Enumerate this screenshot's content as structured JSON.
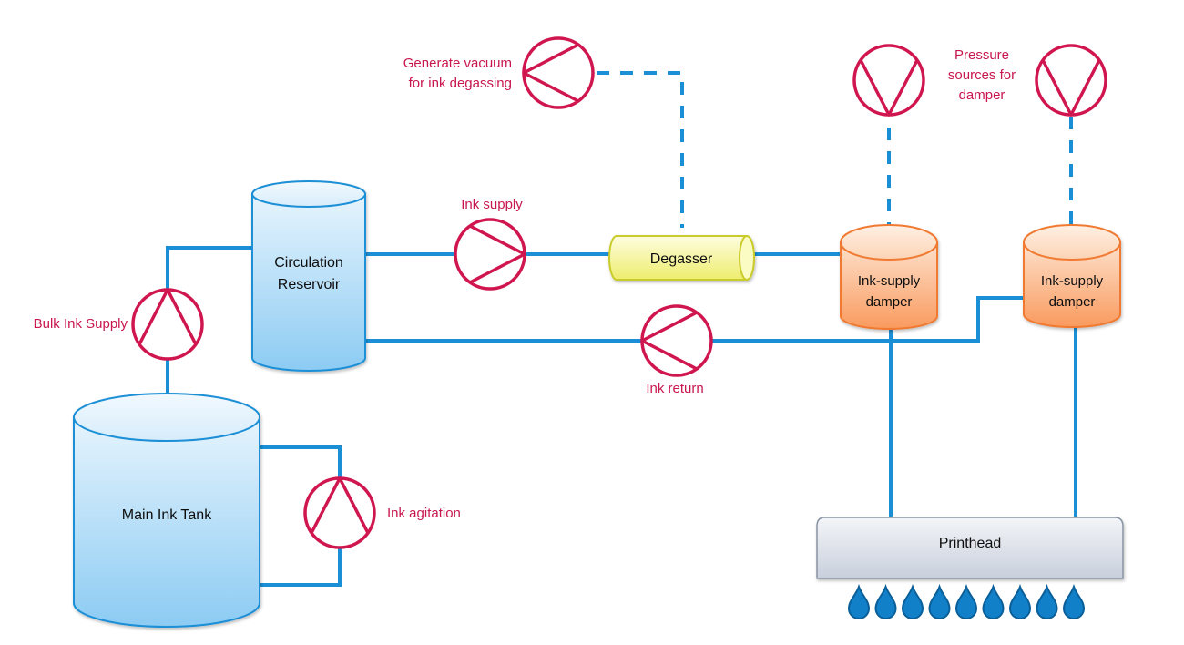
{
  "diagram": {
    "title": "Ink circulation system",
    "components": {
      "main_tank": {
        "label": "Main Ink Tank"
      },
      "reservoir": {
        "label_lines": [
          "Circulation",
          "Reservoir"
        ]
      },
      "degasser": {
        "label": "Degasser"
      },
      "damper_1": {
        "label_lines": [
          "Ink-supply",
          "damper"
        ]
      },
      "damper_2": {
        "label_lines": [
          "Ink-supply",
          "damper"
        ]
      },
      "printhead": {
        "label": "Printhead",
        "droplet_count": 9
      }
    },
    "pumps": {
      "bulk_ink_supply": {
        "label": "Bulk Ink Supply",
        "direction": "up"
      },
      "ink_agitation": {
        "label": "Ink agitation",
        "direction": "up"
      },
      "ink_supply": {
        "label": "Ink supply",
        "direction": "right"
      },
      "ink_return": {
        "label": "Ink return",
        "direction": "left"
      },
      "vacuum": {
        "label_lines": [
          "Generate vacuum",
          "for ink degassing"
        ],
        "direction": "left"
      },
      "pressure_1": {
        "direction": "down"
      },
      "pressure_2": {
        "direction": "down"
      }
    },
    "annotations": {
      "pressure_sources": {
        "label_lines": [
          "Pressure",
          "sources for",
          "damper"
        ]
      }
    },
    "colors": {
      "pipe": "#1a8fd6",
      "pump": "#d0164f",
      "label_accent": "#c8174f",
      "tank_fill": "#a8d8f5",
      "degasser_fill": "#f7f59a",
      "damper_fill": "#f9a56e",
      "printhead_fill": "#d8dde6",
      "droplet": "#1180c8"
    }
  }
}
